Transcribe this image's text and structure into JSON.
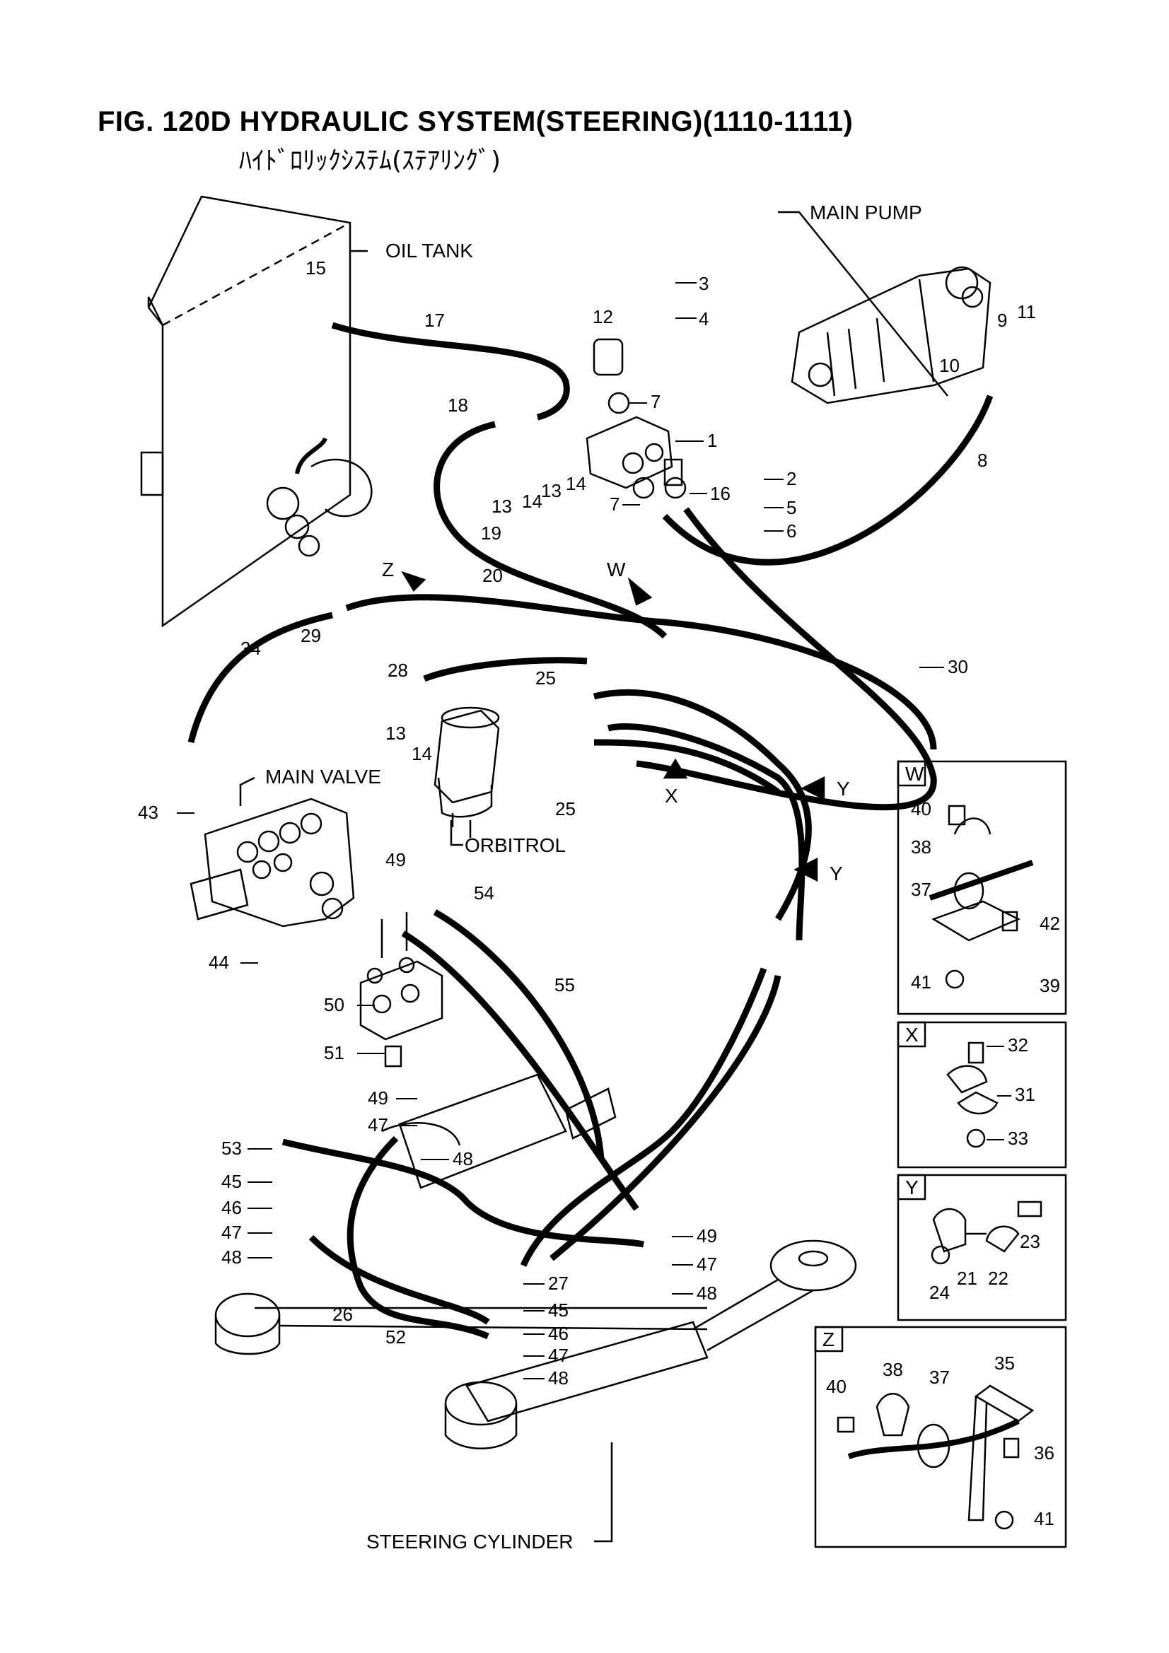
{
  "title": "FIG. 120D HYDRAULIC SYSTEM(STEERING)(1110-1111)",
  "subtitle": "ﾊｲﾄﾞﾛﾘｯｸｼｽﾃﾑ(ｽﾃｱﾘﾝｸﾞ)",
  "components": {
    "oil_tank": "OIL TANK",
    "main_pump": "MAIN PUMP",
    "main_valve": "MAIN VALVE",
    "orbitrol": "ORBITROL",
    "steering_cylinder": "STEERING CYLINDER"
  },
  "view_markers": {
    "w": "W",
    "x": "X",
    "y1": "Y",
    "y2": "Y",
    "z": "Z"
  },
  "detail_panels": {
    "w": {
      "label": "W",
      "callouts": [
        "40",
        "38",
        "37",
        "42",
        "41",
        "39"
      ]
    },
    "x": {
      "label": "X",
      "callouts": [
        "32",
        "31",
        "33"
      ]
    },
    "y": {
      "label": "Y",
      "callouts": [
        "23",
        "24",
        "21",
        "22"
      ]
    },
    "z": {
      "label": "Z",
      "callouts": [
        "35",
        "40",
        "38",
        "37",
        "36",
        "41"
      ]
    }
  },
  "callouts": [
    "1",
    "2",
    "3",
    "4",
    "5",
    "6",
    "7",
    "7",
    "8",
    "9",
    "10",
    "11",
    "12",
    "13",
    "13",
    "13",
    "14",
    "14",
    "14",
    "15",
    "16",
    "17",
    "18",
    "19",
    "20",
    "25",
    "25",
    "26",
    "27",
    "28",
    "29",
    "30",
    "34",
    "43",
    "44",
    "45",
    "45",
    "46",
    "46",
    "47",
    "47",
    "47",
    "47",
    "48",
    "48",
    "48",
    "48",
    "49",
    "49",
    "49",
    "50",
    "51",
    "52",
    "53",
    "54",
    "55"
  ]
}
